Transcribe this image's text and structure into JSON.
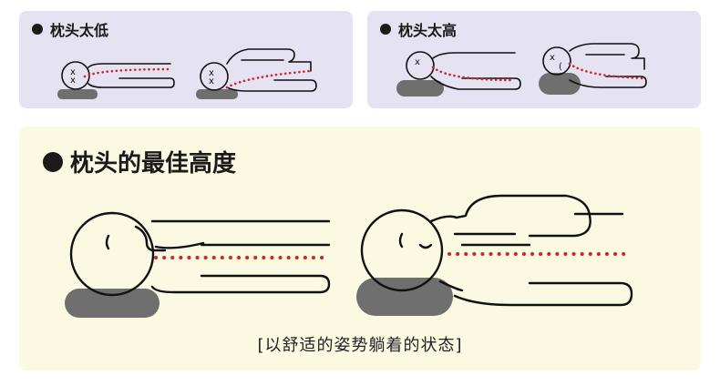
{
  "colors": {
    "panel_top_bg": "#e5e2f1",
    "panel_best_bg": "#fbf9e2",
    "pillow": "#6f6f6f",
    "spine_dots": "#d2232a",
    "outline": "#111111"
  },
  "panels": {
    "low": {
      "title": "枕头太低"
    },
    "high": {
      "title": "枕头太高"
    },
    "best": {
      "title": "枕头的最佳高度",
      "caption": "[以舒适的姿势躺着的状态]"
    }
  },
  "icons": [
    "bullet-dot-icon",
    "pillow-icon",
    "sleeping-person-icon",
    "spine-dotted-line-icon"
  ]
}
